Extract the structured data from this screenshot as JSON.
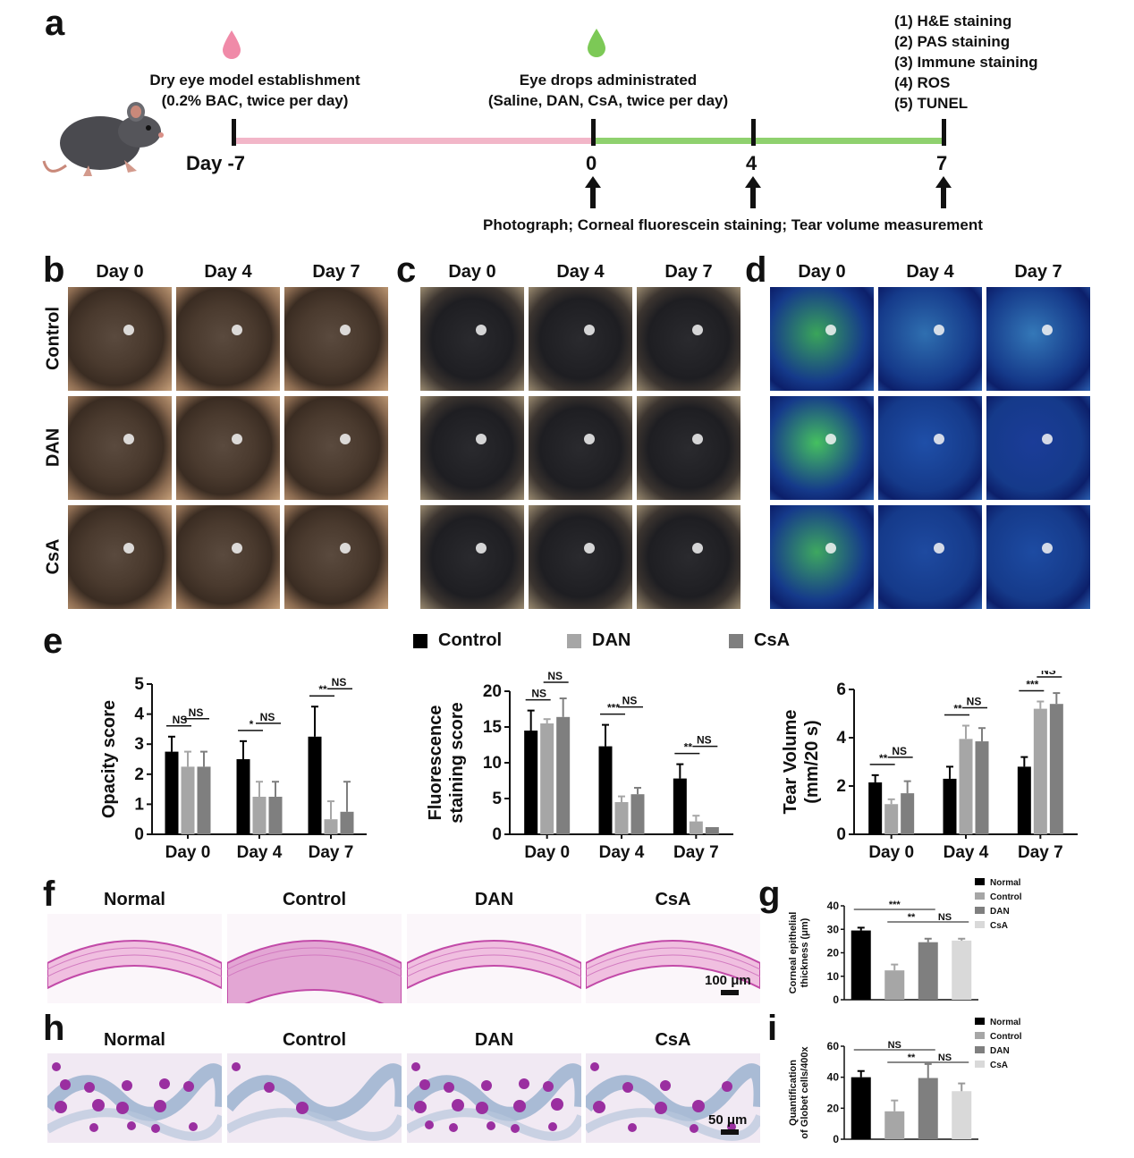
{
  "panels": {
    "a": {
      "letter": "a",
      "model_title": "Dry eye model establishment",
      "model_sub": "(0.2% BAC, twice per day)",
      "drops_title": "Eye drops administrated",
      "drops_sub": "(Saline, DAN, CsA, twice per day)",
      "day_start": "Day -7",
      "day_0": "0",
      "day_4": "4",
      "day_7": "7",
      "steps": [
        "(1) H&E staining",
        "(2) PAS staining",
        "(3) Immune staining",
        "(4) ROS",
        "(5) TUNEL"
      ],
      "measure": "Photograph; Corneal fluorescein staining; Tear volume measurement",
      "colors": {
        "pink_line": "#f2b6c8",
        "green_line": "#8fd16e",
        "pink_drop": "#f08aa8",
        "green_drop": "#7cc956"
      }
    },
    "b": {
      "letter": "b"
    },
    "c": {
      "letter": "c"
    },
    "d": {
      "letter": "d"
    },
    "e": {
      "letter": "e"
    },
    "f": {
      "letter": "f"
    },
    "g": {
      "letter": "g"
    },
    "h": {
      "letter": "h"
    },
    "i": {
      "letter": "i"
    }
  },
  "photo_grid": {
    "columns": [
      "Day 0",
      "Day 4",
      "Day 7"
    ],
    "rows": [
      "Control",
      "DAN",
      "CsA"
    ]
  },
  "legend_e": [
    "Control",
    "DAN",
    "CsA"
  ],
  "histology": {
    "groups": [
      "Normal",
      "Control",
      "DAN",
      "CsA"
    ],
    "scale_f": "100 μm",
    "scale_h": "50 μm"
  },
  "chart_data": [
    {
      "id": "e1",
      "type": "bar",
      "categories": [
        "Day 0",
        "Day 4",
        "Day 7"
      ],
      "ylabel": "Opacity score",
      "ylim": [
        0,
        5
      ],
      "yticks": [
        0,
        1,
        2,
        3,
        4,
        5
      ],
      "series": [
        {
          "name": "Control",
          "color": "#000000",
          "values": [
            2.75,
            2.5,
            3.25
          ],
          "err": [
            0.5,
            0.6,
            1.0
          ]
        },
        {
          "name": "DAN",
          "color": "#a6a6a6",
          "values": [
            2.25,
            1.25,
            0.5
          ],
          "err": [
            0.5,
            0.5,
            0.6
          ]
        },
        {
          "name": "CsA",
          "color": "#7f7f7f",
          "values": [
            2.25,
            1.25,
            0.75
          ],
          "err": [
            0.5,
            0.5,
            1.0
          ]
        }
      ],
      "sig": [
        [
          "NS",
          "NS"
        ],
        [
          "*",
          "NS"
        ],
        [
          "**",
          "NS"
        ]
      ]
    },
    {
      "id": "e2",
      "type": "bar",
      "categories": [
        "Day 0",
        "Day 4",
        "Day 7"
      ],
      "ylabel": "Fluorescence staining score",
      "ylim": [
        0,
        20
      ],
      "yticks": [
        0,
        5,
        10,
        15,
        20
      ],
      "series": [
        {
          "name": "Control",
          "color": "#000000",
          "values": [
            14.5,
            12.3,
            7.8
          ],
          "err": [
            2.8,
            3.0,
            2.0
          ]
        },
        {
          "name": "DAN",
          "color": "#a6a6a6",
          "values": [
            15.5,
            4.5,
            1.8
          ],
          "err": [
            0.6,
            0.8,
            0.8
          ]
        },
        {
          "name": "CsA",
          "color": "#7f7f7f",
          "values": [
            16.4,
            5.6,
            1.0
          ],
          "err": [
            2.6,
            0.9,
            0
          ]
        }
      ],
      "sig": [
        [
          "NS",
          "NS"
        ],
        [
          "***",
          "NS"
        ],
        [
          "**",
          "NS"
        ]
      ]
    },
    {
      "id": "e3",
      "type": "bar",
      "categories": [
        "Day 0",
        "Day 4",
        "Day 7"
      ],
      "ylabel": "Tear Volume (mm/20 s)",
      "ylim": [
        0,
        6
      ],
      "yticks": [
        0,
        2,
        4,
        6
      ],
      "series": [
        {
          "name": "Control",
          "color": "#000000",
          "values": [
            2.15,
            2.3,
            2.8
          ],
          "err": [
            0.3,
            0.5,
            0.4
          ]
        },
        {
          "name": "DAN",
          "color": "#a6a6a6",
          "values": [
            1.25,
            3.95,
            5.2
          ],
          "err": [
            0.2,
            0.55,
            0.3
          ]
        },
        {
          "name": "CsA",
          "color": "#7f7f7f",
          "values": [
            1.7,
            3.85,
            5.4
          ],
          "err": [
            0.5,
            0.55,
            0.45
          ]
        }
      ],
      "sig": [
        [
          "**",
          "NS"
        ],
        [
          "**",
          "NS"
        ],
        [
          "***",
          "NS"
        ]
      ]
    },
    {
      "id": "g",
      "type": "bar",
      "categories": [
        "Normal",
        "Control",
        "DAN",
        "CsA"
      ],
      "ylabel": "Corneal epithelial thickness (μm)",
      "ylim": [
        0,
        40
      ],
      "yticks": [
        0,
        10,
        20,
        30,
        40
      ],
      "values": [
        29.5,
        12.5,
        24.5,
        25.2
      ],
      "err": [
        1.2,
        2.5,
        1.5,
        0.8
      ],
      "colors": [
        "#000000",
        "#a6a6a6",
        "#7f7f7f",
        "#d9d9d9"
      ],
      "legend": [
        "Normal",
        "Control",
        "DAN",
        "CsA"
      ],
      "sig": [
        {
          "from": 0,
          "to": 2,
          "label": "***"
        },
        {
          "from": 1,
          "to": 2,
          "label": "**"
        },
        {
          "from": 2,
          "to": 3,
          "label": "NS"
        }
      ]
    },
    {
      "id": "i",
      "type": "bar",
      "categories": [
        "Normal",
        "Control",
        "DAN",
        "CsA"
      ],
      "ylabel": "Quantification of Globet cells/400x",
      "ylim": [
        0,
        60
      ],
      "yticks": [
        0,
        20,
        40,
        60
      ],
      "values": [
        40,
        18,
        39.5,
        31
      ],
      "err": [
        4,
        7,
        9,
        5
      ],
      "colors": [
        "#000000",
        "#a6a6a6",
        "#7f7f7f",
        "#d9d9d9"
      ],
      "legend": [
        "Normal",
        "Control",
        "DAN",
        "CsA"
      ],
      "sig": [
        {
          "from": 0,
          "to": 2,
          "label": "NS"
        },
        {
          "from": 1,
          "to": 2,
          "label": "**"
        },
        {
          "from": 2,
          "to": 3,
          "label": "NS"
        }
      ]
    }
  ]
}
